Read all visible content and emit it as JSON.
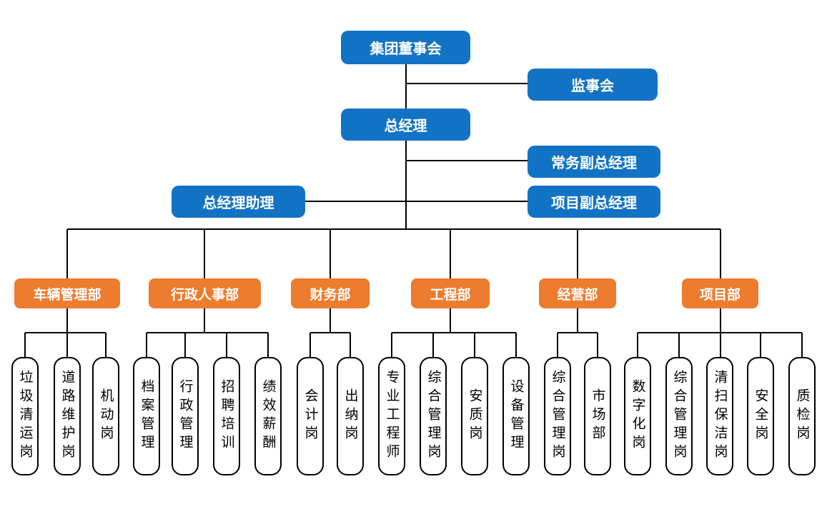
{
  "colors": {
    "blue": "#1273c4",
    "orange": "#ed7c2f",
    "line": "#000000"
  },
  "nodes": {
    "board": "集团董事会",
    "supervisory_board": "监事会",
    "general_manager": "总经理",
    "executive_deputy_gm": "常务副总经理",
    "gm_assistant": "总经理助理",
    "project_deputy_gm": "项目副总经理"
  },
  "departments": [
    {
      "label": "车辆管理部",
      "positions": [
        "垃圾清运岗",
        "道路维护岗",
        "机动岗"
      ]
    },
    {
      "label": "行政人事部",
      "positions": [
        "档案管理",
        "行政管理",
        "招聘培训",
        "绩效薪酬"
      ]
    },
    {
      "label": "财务部",
      "positions": [
        "会计岗",
        "出纳岗"
      ]
    },
    {
      "label": "工程部",
      "positions": [
        "专业工程师",
        "综合管理岗",
        "安质岗",
        "设备管理"
      ]
    },
    {
      "label": "经营部",
      "positions": [
        "综合管理岗",
        "市场部"
      ]
    },
    {
      "label": "项目部",
      "positions": [
        "数字化岗",
        "综合管理岗",
        "清扫保洁岗",
        "安全岗",
        "质检岗"
      ]
    }
  ]
}
